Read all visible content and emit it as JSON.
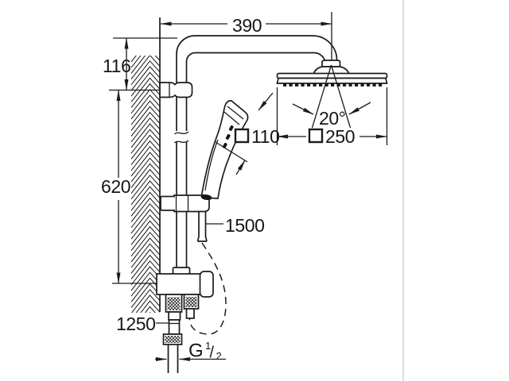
{
  "diagram": {
    "description": "shower-system-dimension-drawing",
    "dimensions": {
      "top_width": "390",
      "bracket_offset": "116",
      "rail_length": "620",
      "inlet_hose_length": "1250",
      "shower_hose_length": "1500",
      "hand_shower_size": "110",
      "head_shower_size": "250",
      "head_swivel_angle": "20°"
    },
    "thread": {
      "letter": "G",
      "numerator": "1",
      "slash": "/",
      "denominator": "2"
    },
    "colors": {
      "line": "#1b1b1b",
      "background": "#ffffff",
      "edge_line": "#dcdcdc"
    }
  }
}
